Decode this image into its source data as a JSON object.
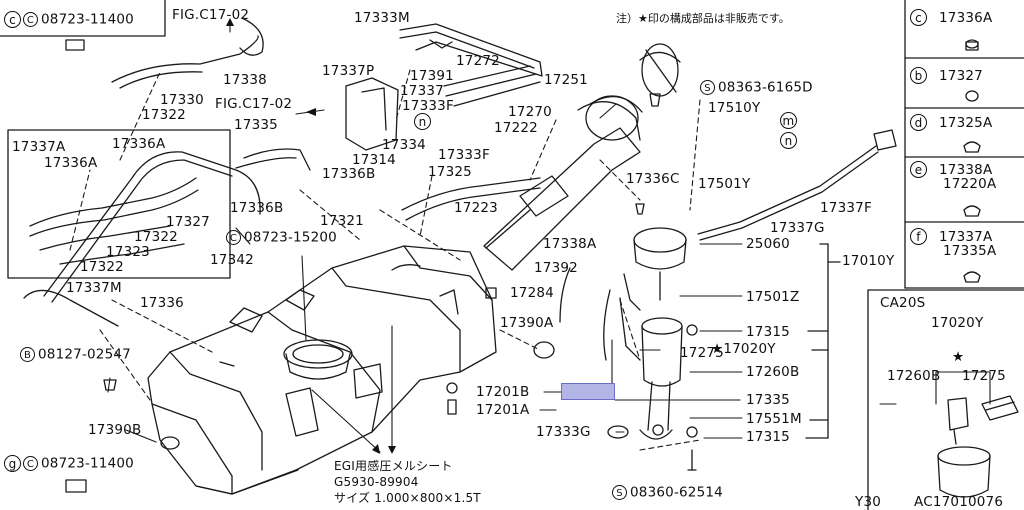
{
  "note": "注）★印の構成部品は非販売です。",
  "fig": {
    "left": "FIG.C17-02",
    "mid": "FIG.C17-02"
  },
  "clips": {
    "c_top": {
      "letter": "c",
      "code": "C",
      "part": "08723-11400"
    },
    "c_mid": {
      "code": "C",
      "part": "08723-15200"
    },
    "b_left": {
      "code": "B",
      "part": "08127-02547"
    },
    "g_bottom": {
      "letter": "g",
      "code": "C",
      "part": "08723-11400"
    },
    "s_right": {
      "code": "S",
      "part": "08363-6165D"
    },
    "s_bottom": {
      "code": "S",
      "part": "08360-62514"
    }
  },
  "parts": {
    "p17333M": "17333M",
    "p17338": "17338",
    "p17330": "17330",
    "p17322a": "17322",
    "p17337P": "17337P",
    "p17391": "17391",
    "p17337": "17337",
    "p17333F_a": "17333F",
    "p17272": "17272",
    "p17251": "17251",
    "p17270": "17270",
    "p17222": "17222",
    "p17510Y": "17510Y",
    "p17501Y": "17501Y",
    "p17337F": "17337F",
    "p17335_a": "17335",
    "p17336B_a": "17336B",
    "p17334": "17334",
    "p17314": "17314",
    "p17333F_b": "17333F",
    "p17325": "17325",
    "p17336C": "17336C",
    "p17337A": "17337A",
    "p17336A_a": "17336A",
    "p17336A_b": "17336A",
    "p17336B_b": "17336B",
    "p17327": "17327",
    "p17322b": "17322",
    "p17323": "17323",
    "p17322c": "17322",
    "p17321": "17321",
    "p17223": "17223",
    "p17338A": "17338A",
    "p17337G": "17337G",
    "p25060": "25060",
    "p17010Y": "17010Y",
    "p17342": "17342",
    "p17392": "17392",
    "p17284": "17284",
    "p17337M": "17337M",
    "p17336": "17336",
    "p17501Z": "17501Z",
    "p17390A": "17390A",
    "p17315a": "17315",
    "p17275": "17275",
    "p17020Y": "17020Y",
    "p17260B": "17260B",
    "p17201B": "17201B",
    "p17201A": "17201A",
    "p17335_b": "17335",
    "p17551M": "17551M",
    "p17333G": "17333G",
    "p17315b": "17315",
    "p17390B": "17390B"
  },
  "seal": {
    "line1": "EGI用感圧メルシート",
    "line2": "G5930-89904",
    "line3": "サイズ 1.000×800×1.5T"
  },
  "legend": [
    {
      "letter": "c",
      "part": "17336A"
    },
    {
      "letter": "b",
      "part": "17327"
    },
    {
      "letter": "d",
      "part": "17325A"
    },
    {
      "letter": "e",
      "part": "17338A",
      "part2": "17220A"
    },
    {
      "letter": "f",
      "part": "17337A",
      "part2": "17335A"
    }
  ],
  "inset": {
    "title": "CA20S",
    "assembly": "17020Y",
    "left": "17260B",
    "right": "17275",
    "code": "AC17010076",
    "model": "Y30"
  },
  "markers": {
    "star": "★",
    "n": "n",
    "m": "m"
  }
}
